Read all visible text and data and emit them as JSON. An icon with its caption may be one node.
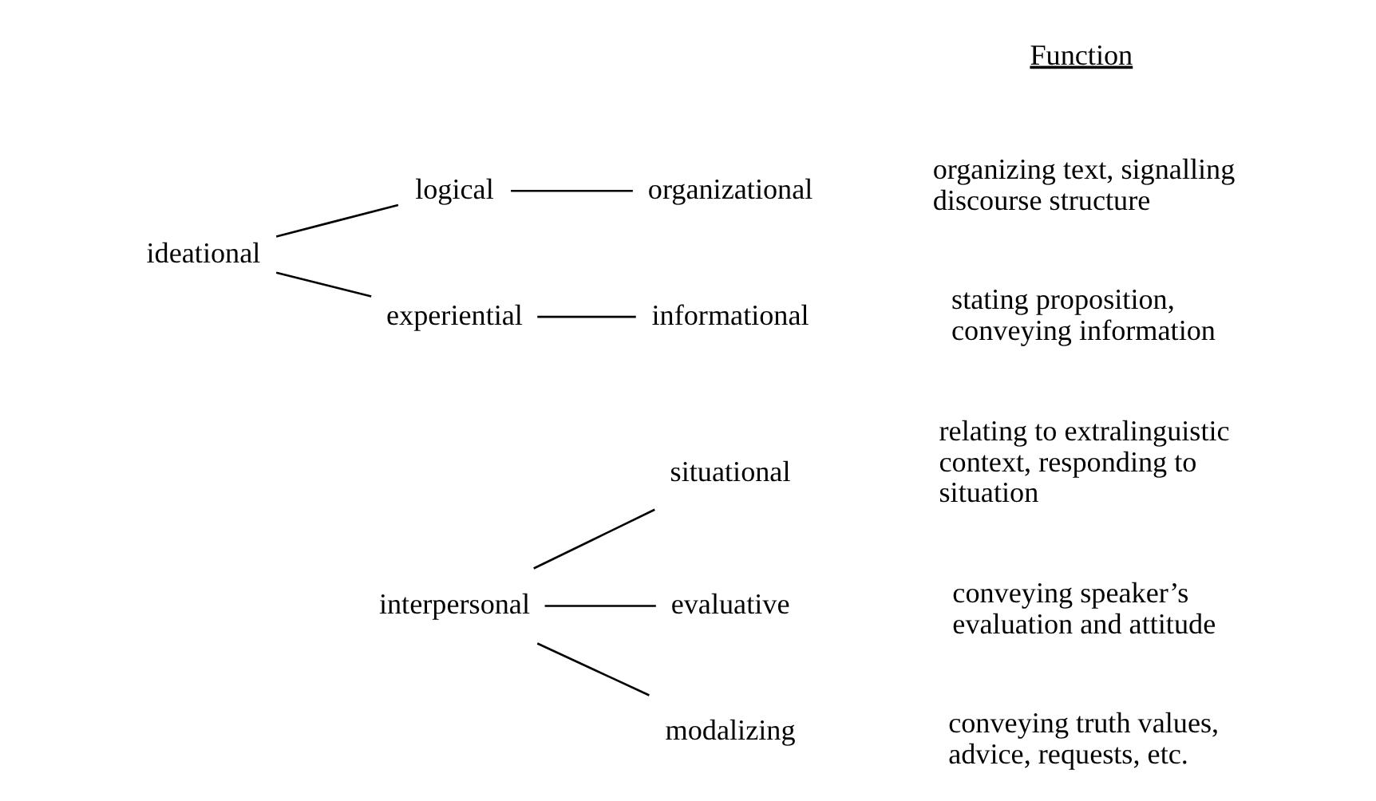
{
  "diagram": {
    "nodes": [
      {
        "text": [
          "ideational"
        ]
      },
      {
        "text": [
          "logical"
        ]
      },
      {
        "text": [
          "experiential"
        ]
      },
      {
        "text": [
          "organizational"
        ]
      },
      {
        "text": [
          "informational"
        ]
      },
      {
        "text": [
          "interpersonal"
        ]
      },
      {
        "text": [
          "situational"
        ]
      },
      {
        "text": [
          "evaluative"
        ]
      },
      {
        "text": [
          "modalizing"
        ]
      }
    ],
    "edges": [
      {
        "from": 0,
        "to": 1,
        "arrow": "none"
      },
      {
        "from": 0,
        "to": 2,
        "arrow": "none"
      },
      {
        "from": 1,
        "to": 3,
        "arrow": "none"
      },
      {
        "from": 2,
        "to": 4,
        "arrow": "none"
      },
      {
        "from": 5,
        "to": 6,
        "arrow": "none"
      },
      {
        "from": 5,
        "to": 7,
        "arrow": "none"
      },
      {
        "from": 5,
        "to": 8,
        "arrow": "none"
      }
    ],
    "labels": [
      "Function",
      "organizing text, signalling discourse structure",
      "stating proposition, conveying information",
      "relating to extralinguistic context, responding to situation",
      "conveying speaker’s evaluation and attitude",
      "conveying truth values, advice, requests, etc."
    ]
  }
}
